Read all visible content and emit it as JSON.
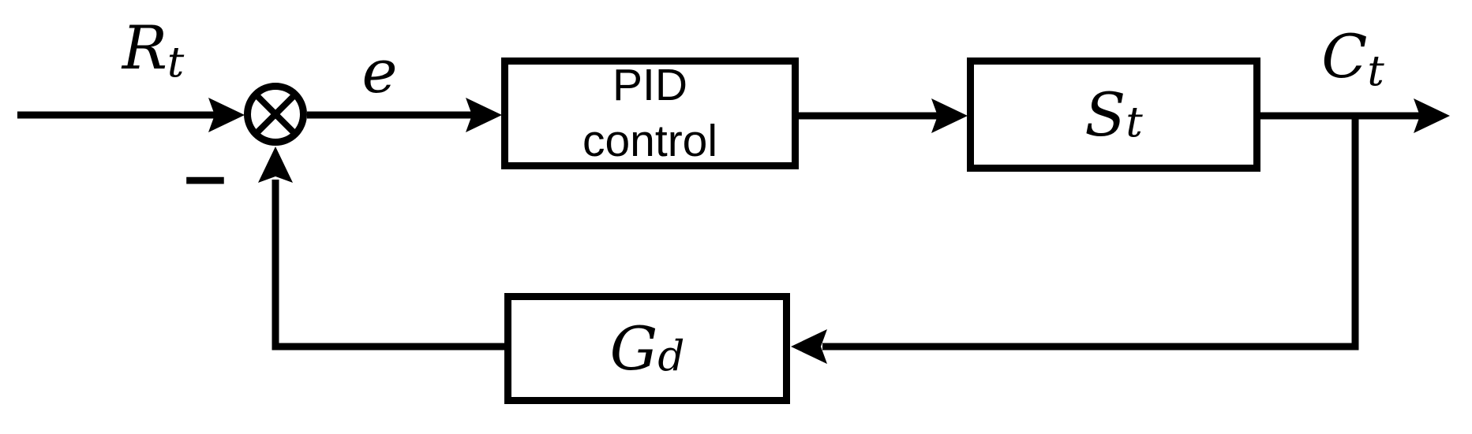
{
  "diagram": {
    "colors": {
      "stroke": "#000000",
      "background": "#ffffff",
      "box_fill": "#ffffff"
    },
    "summing_junction": {
      "sign": "−"
    },
    "labels": {
      "reference_base": "R",
      "reference_sub": "t",
      "error": "e",
      "controller_line1": "PID",
      "controller_line2": "control",
      "plant_base": "S",
      "plant_sub": "t",
      "feedback_base": "G",
      "feedback_sub": "d",
      "output_base": "C",
      "output_sub": "t"
    }
  }
}
